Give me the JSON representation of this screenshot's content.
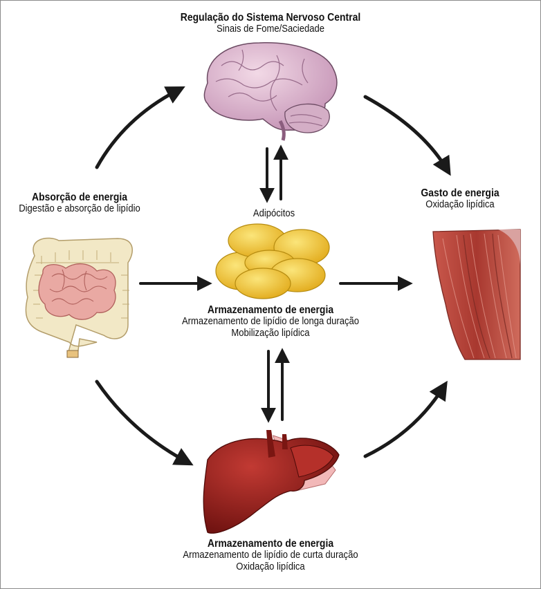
{
  "brain": {
    "title": "Regulação do Sistema Nervoso Central",
    "subtitle": "Sinais de Fome/Saciedade"
  },
  "intestine": {
    "title": "Absorção de energia",
    "subtitle": "Digestão e absorção de lipídio"
  },
  "muscle": {
    "title": "Gasto de energia",
    "subtitle": "Oxidação lipídica"
  },
  "adipocytes": {
    "label": "Adipócitos",
    "title": "Armazenamento de energia",
    "line1": "Armazenamento de lipídio de longa duração",
    "line2": "Mobilização lipídica"
  },
  "liver": {
    "title": "Armazenamento de energia",
    "line1": "Armazenamento de lipídio de curta duração",
    "line2": "Oxidação lipídica"
  },
  "colors": {
    "arrow": "#1a1a1a",
    "brain": "#d9b8cf",
    "fat": "#f2c83a",
    "muscle": "#b0443a",
    "liver": "#8f1d1a",
    "intestine": "#f2e8c6",
    "small_intestine": "#e9a9a3"
  }
}
